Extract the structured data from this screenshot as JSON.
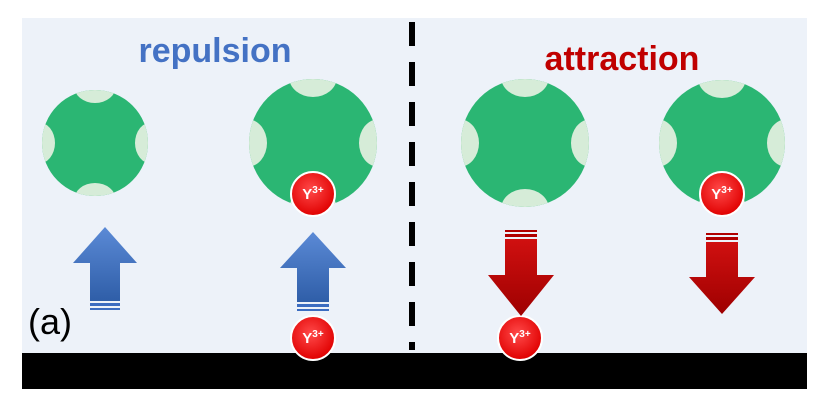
{
  "panel_label": "(a)",
  "left_title": "repulsion",
  "right_title": "attraction",
  "ion_label": "Y",
  "ion_charge": "3+",
  "colors": {
    "background": "#edf2f9",
    "particle": "#2bb673",
    "particle_patch": "#d6ecd8",
    "ion": "#ee1c1c",
    "arrow_up": "#4472c4",
    "arrow_down": "#c00000",
    "substrate": "#000000",
    "divider": "#000000"
  },
  "icons": {
    "up_arrow": "arrow-up-icon",
    "down_arrow": "arrow-down-icon"
  }
}
